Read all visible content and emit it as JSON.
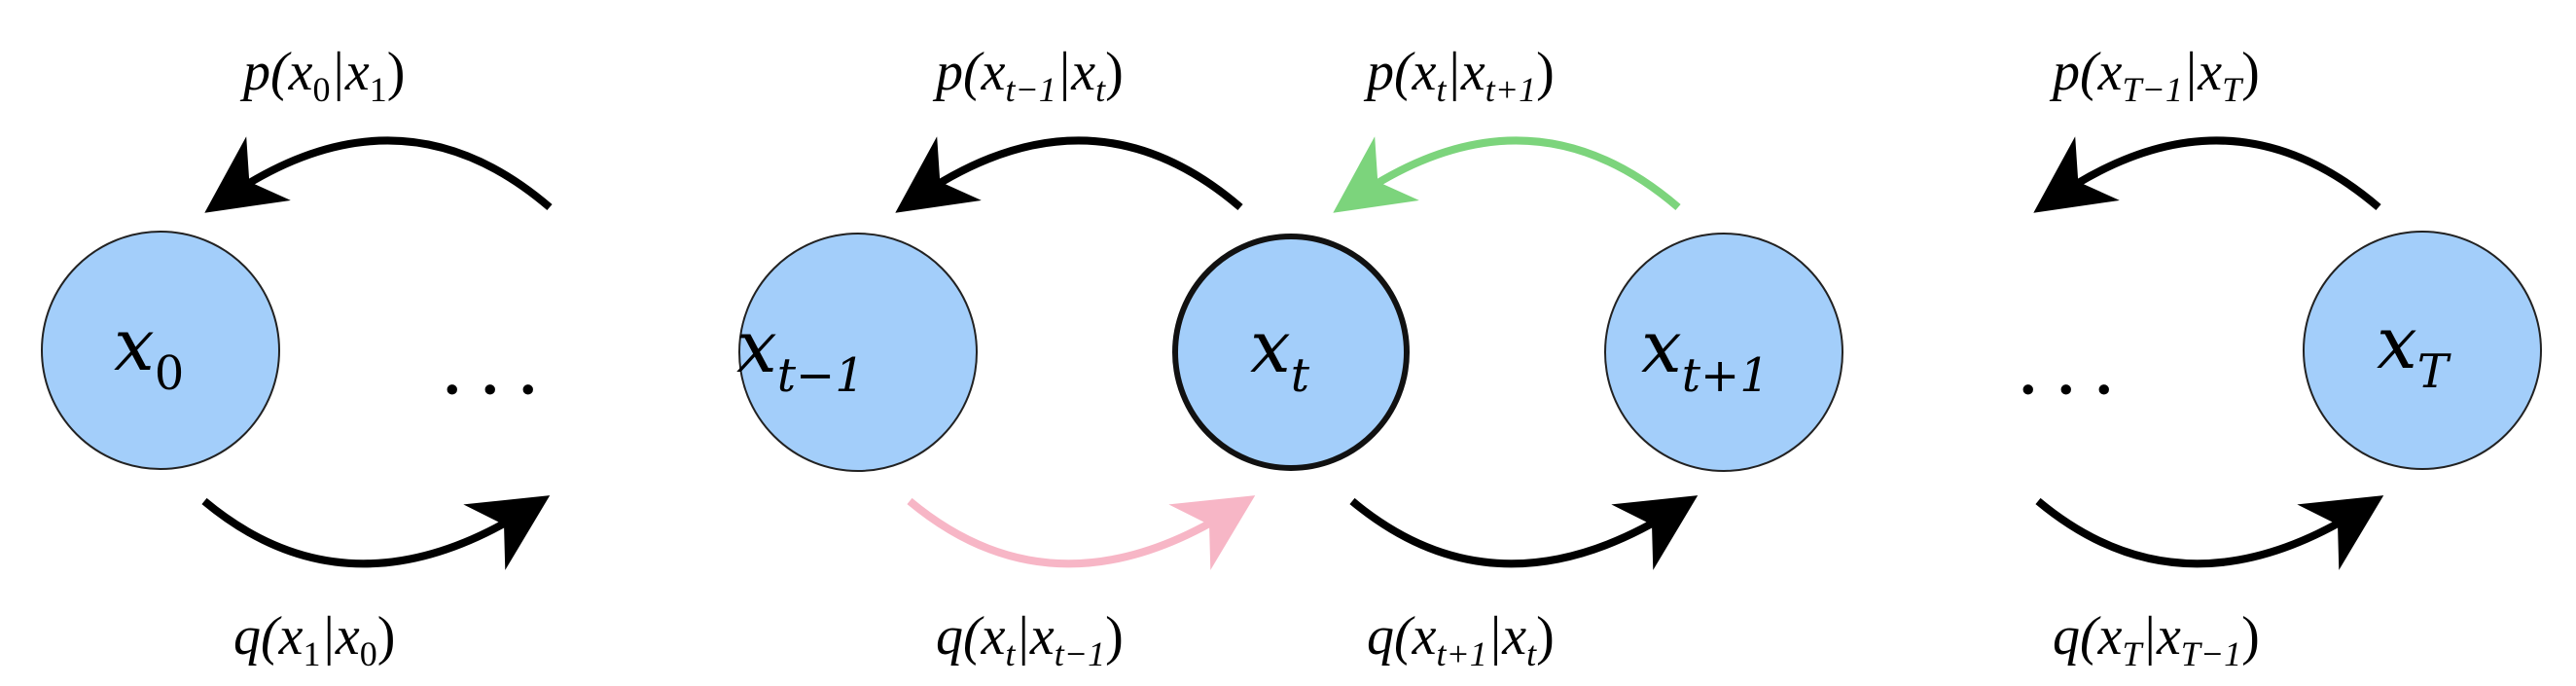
{
  "nodes": [
    {
      "id": "x0",
      "base": "x",
      "sub": "0",
      "highlighted": false
    },
    {
      "id": "xtm1",
      "base": "x",
      "sub": "t−1",
      "highlighted": false
    },
    {
      "id": "xt",
      "base": "x",
      "sub": "t",
      "highlighted": true
    },
    {
      "id": "xtp1",
      "base": "x",
      "sub": "t+1",
      "highlighted": false
    },
    {
      "id": "xT",
      "base": "x",
      "sub": "T",
      "highlighted": false
    }
  ],
  "ellipses": [
    "· · ·",
    "· · ·"
  ],
  "reverse_labels": {
    "p0": [
      "p(x",
      "0",
      "|x",
      "1",
      ")"
    ],
    "pt": [
      "p(x",
      "t−1",
      "|x",
      "t",
      ")"
    ],
    "pt1": [
      "p(x",
      "t",
      "|x",
      "t+1",
      ")"
    ],
    "pT": [
      "p(x",
      "T−1",
      "|x",
      "T",
      ")"
    ]
  },
  "forward_labels": {
    "q1": [
      "q(x",
      "1",
      "|x",
      "0",
      ")"
    ],
    "qt": [
      "q(x",
      "t",
      "|x",
      "t−1",
      ")"
    ],
    "qt1": [
      "q(x",
      "t+1",
      "|x",
      "t",
      ")"
    ],
    "qT": [
      "q(x",
      "T",
      "|x",
      "T−1",
      ")"
    ]
  },
  "colors": {
    "node_fill": "#a3cefa",
    "node_stroke": "#222222",
    "arrow_default": "#000000",
    "arrow_reverse_highlight": "#7cd47c",
    "arrow_forward_highlight": "#f7b6c6"
  }
}
